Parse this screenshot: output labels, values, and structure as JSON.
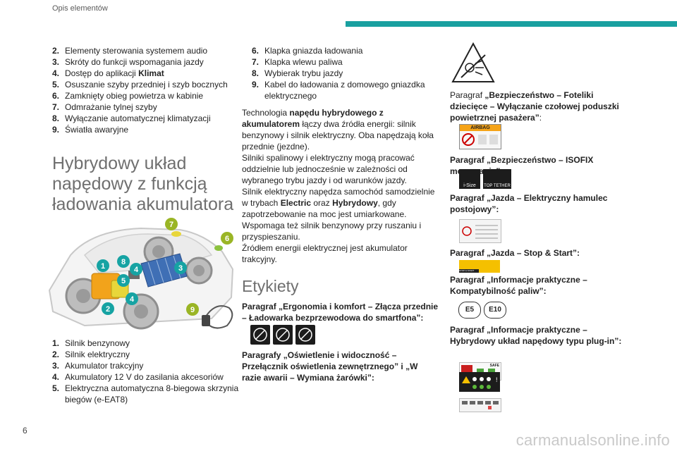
{
  "header": {
    "section_title": "Opis elementów",
    "page_number": "6",
    "accent_color": "#19a0a0"
  },
  "left_list_top": [
    {
      "num": "2.",
      "text": "Elementy sterowania systemem audio"
    },
    {
      "num": "3.",
      "text": "Skróty do funkcji wspomagania jazdy"
    },
    {
      "num": "4.",
      "text": "Dostęp do aplikacji ",
      "bold": "Klimat"
    },
    {
      "num": "5.",
      "text": "Osuszanie szyby przedniej i szyb bocznych"
    },
    {
      "num": "6.",
      "text": "Zamknięty obieg powietrza w kabinie"
    },
    {
      "num": "7.",
      "text": "Odmrażanie tylnej szyby"
    },
    {
      "num": "8.",
      "text": "Wyłączanie automatycznej klimatyzacji"
    },
    {
      "num": "9.",
      "text": "Światła awaryjne"
    }
  ],
  "hybrid_heading": "Hybrydowy układ napędowy z funkcją ładowania akumulatora",
  "diagram_labels": [
    "7",
    "6",
    "8",
    "1",
    "4",
    "3",
    "5",
    "4",
    "2",
    "9"
  ],
  "left_list_bottom": [
    {
      "num": "1.",
      "text": "Silnik benzynowy"
    },
    {
      "num": "2.",
      "text": "Silnik elektryczny"
    },
    {
      "num": "3.",
      "text": "Akumulator trakcyjny"
    },
    {
      "num": "4.",
      "text": "Akumulatory 12 V do zasilania akcesoriów"
    },
    {
      "num": "5.",
      "text": "Elektryczna automatyczna 8-biegowa skrzynia biegów (e-EAT8)"
    }
  ],
  "mid_list": [
    {
      "num": "6.",
      "text": "Klapka gniazda ładowania"
    },
    {
      "num": "7.",
      "text": "Klapka wlewu paliwa"
    },
    {
      "num": "8.",
      "text": "Wybierak trybu jazdy"
    },
    {
      "num": "9.",
      "text": "Kabel do ładowania z domowego gniazdka elektrycznego"
    }
  ],
  "tech_para": {
    "p1_a": "Technologia ",
    "p1_b": "napędu hybrydowego z akumulatorem",
    "p1_c": " łączy dwa źródła energii: silnik benzynowy i silnik elektryczny. Oba napędzają koła przednie (jezdne).",
    "p2": "Silniki spalinowy i elektryczny mogą pracować oddzielnie lub jednocześnie w zależności od wybranego trybu jazdy i od warunków jazdy.",
    "p3_a": "Silnik elektryczny napędza samochód samodzielnie w trybach ",
    "p3_b": "Electric",
    "p3_c": " oraz ",
    "p3_d": "Hybrydowy",
    "p3_e": ", gdy zapotrzebowanie na moc jest umiarkowane.",
    "p4": "Wspomaga też silnik benzynowy przy ruszaniu i przyspieszaniu.",
    "p5": "Źródłem energii elektrycznej jest akumulator trakcyjny."
  },
  "labels_heading": "Etykiety",
  "ref1": "Paragraf „Ergonomia i komfort – Złącza przednie – Ładowarka bezprzewodowa do smartfona”:",
  "ref2": "Paragrafy „Oświetlenie i widoczność – Przełącznik oświetlenia zewnętrznego” i „W razie awarii – Wymiana żarówki”:",
  "right_refs": {
    "r1_a": "Paragraf ",
    "r1_b": "„Bezpieczeństwo – Foteliki dziecięce – Wyłączanie czołowej poduszki powietrznej pasażera”",
    "r1_c": ":",
    "r2": "Paragraf „Bezpieczeństwo – ISOFIX mocowania”:",
    "r3": "Paragraf „Jazda – Elektryczny hamulec postojowy”:",
    "r4": "Paragraf „Jazda – Stop & Start”:",
    "r5": "Paragraf „Informacje praktyczne – Kompatybilność paliw”:",
    "r6": "Paragraf „Informacje praktyczne – Hybrydowy układ napędowy typu plug-in”:"
  },
  "sticker_texts": {
    "airbag": "AIRBAG",
    "isize": "i-Size",
    "top_tether": "TOP TETHER",
    "fuel_e5": "E5",
    "fuel_e10": "E10",
    "stop_start": "STOP & START SYSTEM",
    "safe": "SAFE"
  },
  "watermark": "carmanualsonline.info"
}
